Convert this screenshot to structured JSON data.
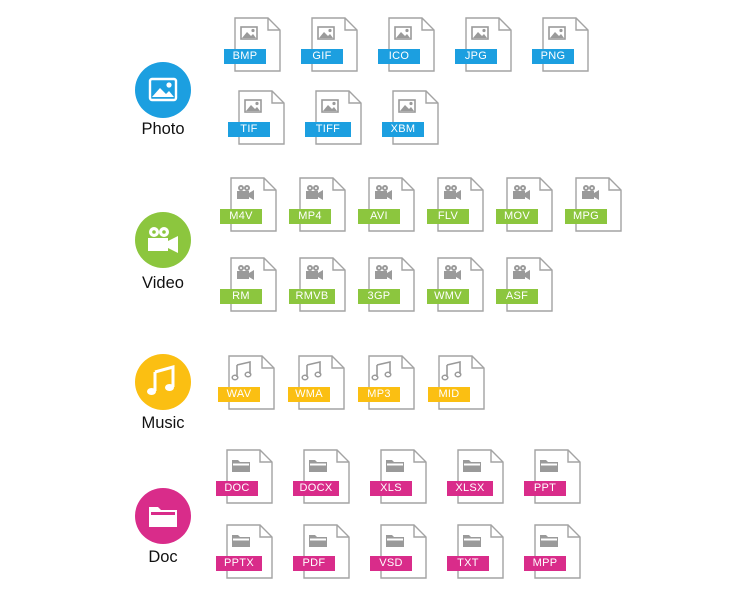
{
  "categories": [
    {
      "id": "photo",
      "label": "Photo",
      "color": "#1c9fe0",
      "icon": "photo-icon",
      "file_icon": "image-icon",
      "rows": [
        [
          "BMP",
          "GIF",
          "ICO",
          "JPG",
          "PNG"
        ],
        [
          "TIF",
          "TIFF",
          "XBM"
        ]
      ]
    },
    {
      "id": "video",
      "label": "Video",
      "color": "#8cc63e",
      "icon": "video-camera-icon",
      "file_icon": "video-camera-icon",
      "rows": [
        [
          "M4V",
          "MP4",
          "AVI",
          "FLV",
          "MOV",
          "MPG"
        ],
        [
          "RM",
          "RMVB",
          "3GP",
          "WMV",
          "ASF"
        ]
      ]
    },
    {
      "id": "music",
      "label": "Music",
      "color": "#fbbf12",
      "icon": "music-note-icon",
      "file_icon": "music-note-icon",
      "rows": [
        [
          "WAV",
          "WMA",
          "MP3",
          "MID"
        ]
      ]
    },
    {
      "id": "doc",
      "label": "Doc",
      "color": "#d92c8a",
      "icon": "folder-icon",
      "file_icon": "folder-icon",
      "rows": [
        [
          "DOC",
          "DOCX",
          "XLS",
          "XLSX",
          "PPT"
        ],
        [
          "PPTX",
          "PDF",
          "VSD",
          "TXT",
          "MPP"
        ]
      ]
    }
  ]
}
